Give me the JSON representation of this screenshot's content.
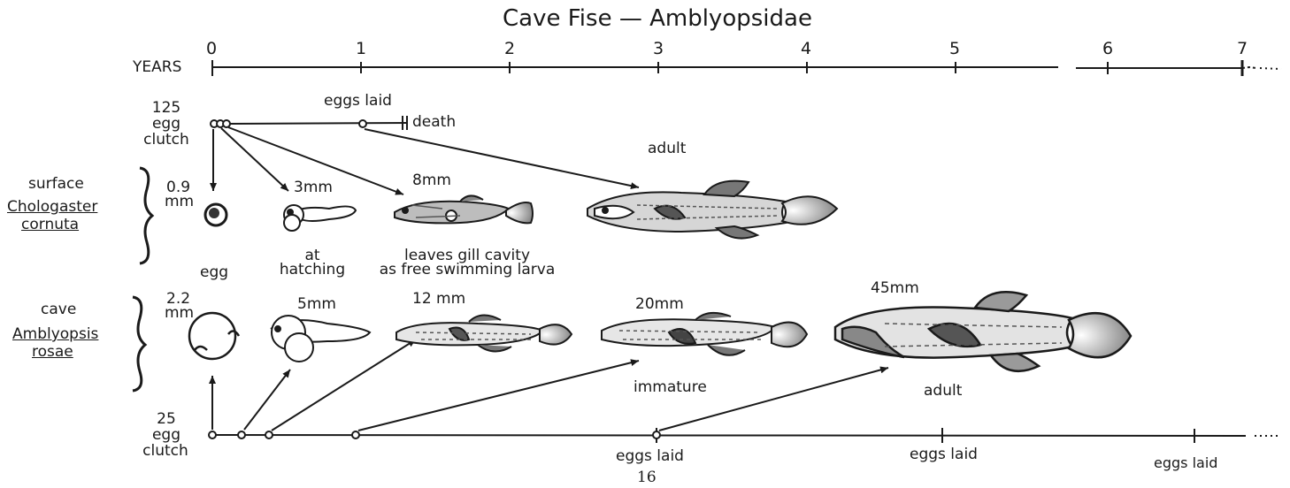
{
  "title": "Cave Fise — Amblyopsidae",
  "axis": {
    "label": "YEARS",
    "ticks": [
      "0",
      "1",
      "2",
      "3",
      "4",
      "5",
      "6",
      "7"
    ]
  },
  "surface": {
    "habitat": "surface",
    "species_line1": "Chologaster",
    "species_line2": "cornuta",
    "clutch_number": "125",
    "clutch_line2": "egg",
    "clutch_line3": "clutch",
    "eggs_laid": "eggs laid",
    "death": "death",
    "egg_size_line1": "0.9",
    "egg_size_line2": "mm",
    "stage_3mm": "3mm",
    "stage_8mm": "8mm",
    "adult": "adult",
    "caption_egg": "egg",
    "caption_hatch_line1": "at",
    "caption_hatch_line2": "hatching",
    "caption_larva_line1": "leaves gill cavity",
    "caption_larva_line2": "as free swimming larva"
  },
  "cave": {
    "habitat": "cave",
    "species_line1": "Amblyopsis",
    "species_line2": "rosae",
    "clutch_number": "25",
    "clutch_line2": "egg",
    "clutch_line3": "clutch",
    "egg_size_line1": "2.2",
    "egg_size_line2": "mm",
    "stage_5mm": "5mm",
    "stage_12mm": "12 mm",
    "stage_20mm": "20mm",
    "stage_45mm": "45mm",
    "immature": "immature",
    "adult": "adult",
    "eggs_laid_1": "eggs laid",
    "eggs_laid_2": "eggs laid",
    "eggs_laid_3": "eggs laid"
  },
  "page_number": "16"
}
